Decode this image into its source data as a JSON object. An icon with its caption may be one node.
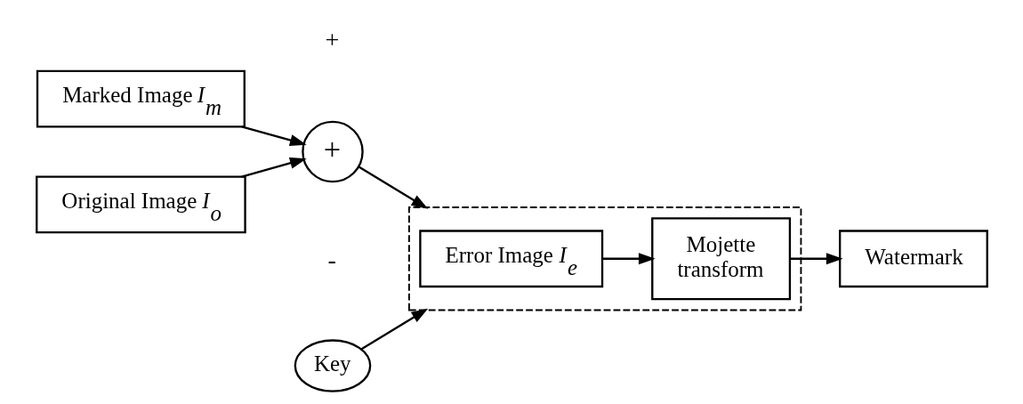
{
  "diagram": {
    "nodes": [
      {
        "text": [
          "Marked Image *I*$_{m}$"
        ]
      },
      {
        "text": [
          "Original Image *I*$_{o}$"
        ]
      },
      {
        "text": [
          "+"
        ]
      },
      {
        "text": [],
        "shape": "box"
      },
      {
        "text": [
          "Error Image *I*$_{e}$"
        ],
        "in": 3
      },
      {
        "text": [
          "Mojette transform"
        ],
        "in": 3
      },
      {
        "text": [
          "Watermark"
        ]
      },
      {
        "text": [
          "Key"
        ]
      }
    ],
    "edges": [
      {
        "from": 0,
        "to": 2,
        "arrow": "to"
      },
      {
        "from": 1,
        "to": 2,
        "arrow": "to"
      },
      {
        "from": 2,
        "to": 3,
        "arrow": "to"
      },
      {
        "from": 4,
        "to": 5,
        "arrow": "to"
      },
      {
        "from": 5,
        "to": 6,
        "arrow": "to"
      },
      {
        "from": 7,
        "to": 3,
        "arrow": "to"
      }
    ],
    "labels": [
      "+",
      "-"
    ]
  }
}
